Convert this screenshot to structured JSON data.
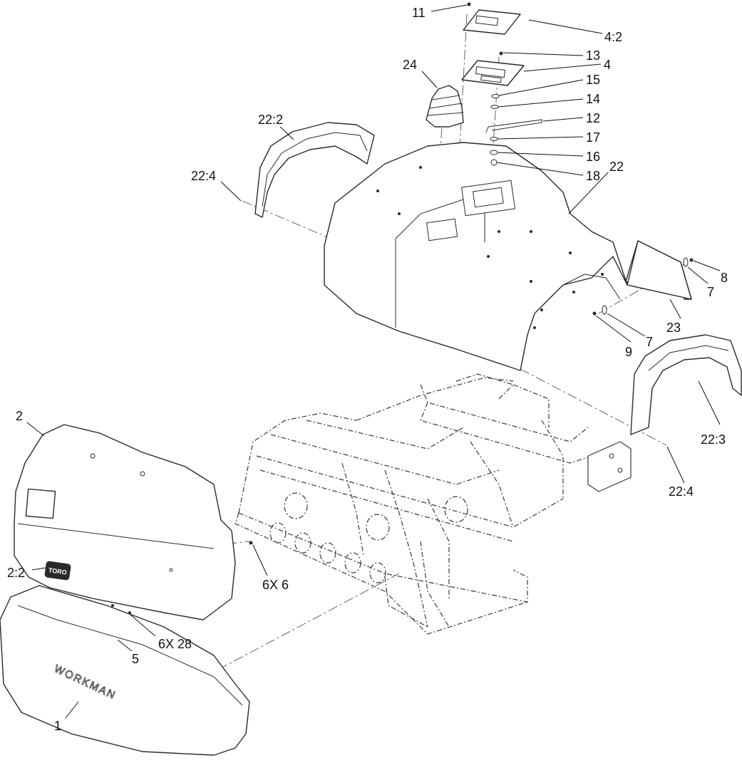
{
  "callouts": [
    {
      "id": "c-11",
      "text": "11"
    },
    {
      "id": "c-4-2",
      "text": "4:2"
    },
    {
      "id": "c-13",
      "text": "13"
    },
    {
      "id": "c-4",
      "text": "4"
    },
    {
      "id": "c-24",
      "text": "24"
    },
    {
      "id": "c-15",
      "text": "15"
    },
    {
      "id": "c-14",
      "text": "14"
    },
    {
      "id": "c-12",
      "text": "12"
    },
    {
      "id": "c-17",
      "text": "17"
    },
    {
      "id": "c-16",
      "text": "16"
    },
    {
      "id": "c-18",
      "text": "18"
    },
    {
      "id": "c-22-2",
      "text": "22:2"
    },
    {
      "id": "c-22",
      "text": "22"
    },
    {
      "id": "c-22-4-top",
      "text": "22:4"
    },
    {
      "id": "c-8",
      "text": "8"
    },
    {
      "id": "c-7-right",
      "text": "7"
    },
    {
      "id": "c-23",
      "text": "23"
    },
    {
      "id": "c-7-low",
      "text": "7"
    },
    {
      "id": "c-9",
      "text": "9"
    },
    {
      "id": "c-22-3",
      "text": "22:3"
    },
    {
      "id": "c-22-4-bottom",
      "text": "22:4"
    },
    {
      "id": "c-2",
      "text": "2"
    },
    {
      "id": "c-6x6",
      "text": "6X 6"
    },
    {
      "id": "c-2-2",
      "text": "2:2"
    },
    {
      "id": "c-6x28",
      "text": "6X 28"
    },
    {
      "id": "c-5",
      "text": "5"
    },
    {
      "id": "c-1",
      "text": "1"
    }
  ],
  "bumper_text": "WORKMAN",
  "badge_text": "TORO"
}
